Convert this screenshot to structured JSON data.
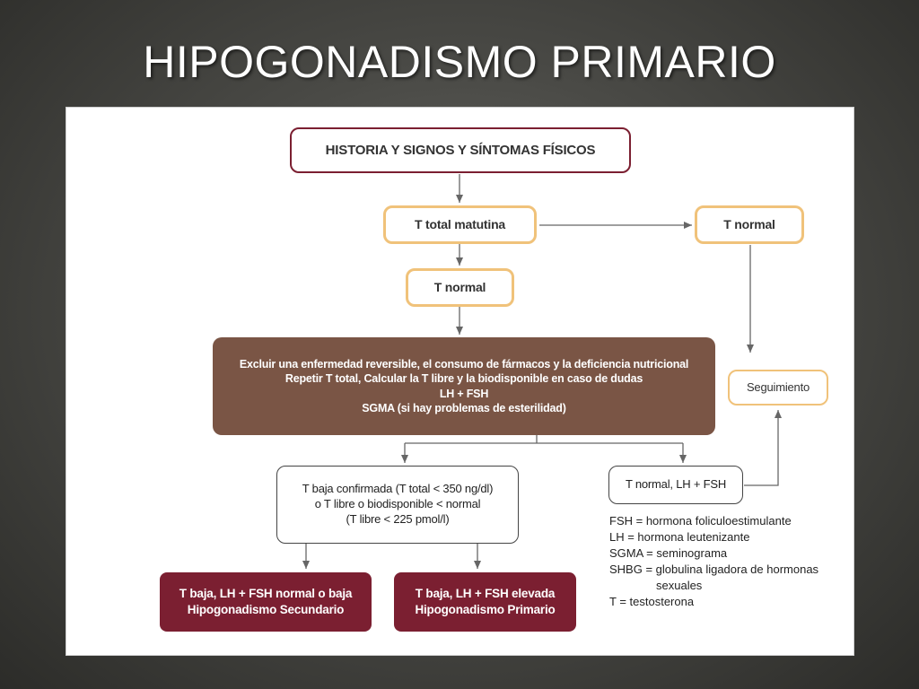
{
  "slide": {
    "title": "HIPOGONADISMO PRIMARIO"
  },
  "flowchart": {
    "historia": "HISTORIA Y SIGNOS Y SÍNTOMAS FÍSICOS",
    "t_total_matutina": "T total matutina",
    "t_normal_right": "T normal",
    "t_normal_center": "T normal",
    "seguimiento": "Seguimiento",
    "excluir": {
      "lines": [
        "Excluir una enfermedad reversible, el consumo de fármacos y la deficiencia nutricional",
        "Repetir T total, Calcular la T libre y la biodisponible en caso de dudas",
        "LH + FSH",
        "SGMA (si hay problemas de esterilidad)"
      ]
    },
    "t_baja_confirmada": {
      "lines": [
        "T baja confirmada (T total < 350 ng/dl)",
        "o T libre o biodisponible < normal",
        "(T libre < 225 pmol/l)"
      ]
    },
    "t_normal_lh_fsh": "T normal, LH + FSH",
    "secundario": {
      "lines": [
        "T baja, LH + FSH normal o baja",
        "Hipogonadismo Secundario"
      ]
    },
    "primario": {
      "lines": [
        "T baja, LH + FSH elevada",
        "Hipogonadismo Primario"
      ]
    }
  },
  "legend": {
    "items": [
      "FSH = hormona foliculoestimulante",
      "LH = hormona leutenizante",
      "SGMA = seminograma",
      "SHBG = globulina ligadora de hormonas",
      "sexuales",
      "T = testosterona"
    ]
  },
  "colors": {
    "maroon": "#7b1f31",
    "gold": "#f0c27a",
    "brown": "#7a5545",
    "arrow": "#666666"
  }
}
